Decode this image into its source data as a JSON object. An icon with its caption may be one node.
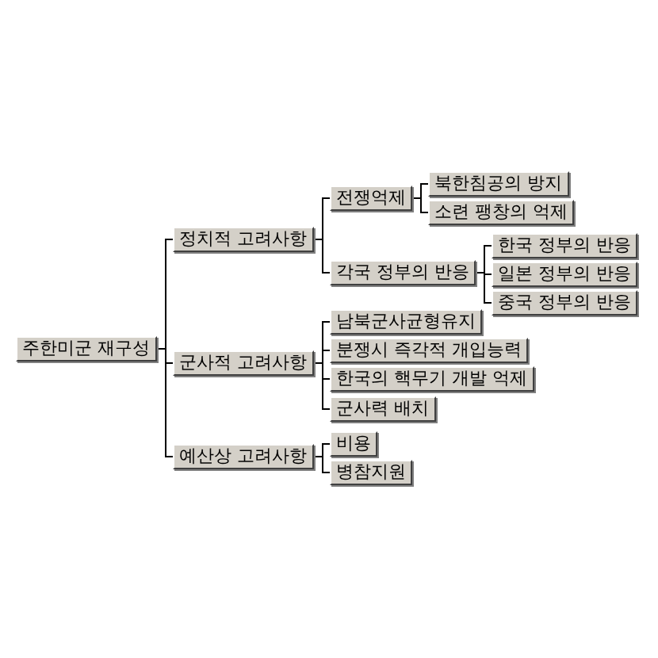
{
  "diagram": {
    "nodes": [
      {
        "text": [
          "주한미군 재구성"
        ]
      },
      {
        "text": [
          "정치적 고려사항"
        ]
      },
      {
        "text": [
          "전쟁억제"
        ]
      },
      {
        "text": [
          "북한침공의 방지"
        ]
      },
      {
        "text": [
          "소련 팽창의 억제"
        ]
      },
      {
        "text": [
          "각국 정부의 반응"
        ]
      },
      {
        "text": [
          "한국 정부의 반응"
        ]
      },
      {
        "text": [
          "일본 정부의 반응"
        ]
      },
      {
        "text": [
          "중국 정부의 반응"
        ]
      },
      {
        "text": [
          "군사적 고려사항"
        ]
      },
      {
        "text": [
          "남북군사균형유지"
        ]
      },
      {
        "text": [
          "분쟁시 즉각적 개입능력"
        ]
      },
      {
        "text": [
          "한국의 핵무기 개발 억제"
        ]
      },
      {
        "text": [
          "군사력 배치"
        ]
      },
      {
        "text": [
          "예산상 고려사항"
        ]
      },
      {
        "text": [
          "비용"
        ]
      },
      {
        "text": [
          "병참지원"
        ]
      }
    ],
    "edges": [
      {
        "from": 0,
        "to": 1,
        "arrow": "none"
      },
      {
        "from": 0,
        "to": 9,
        "arrow": "none"
      },
      {
        "from": 0,
        "to": 14,
        "arrow": "none"
      },
      {
        "from": 1,
        "to": 2,
        "arrow": "none"
      },
      {
        "from": 1,
        "to": 5,
        "arrow": "none"
      },
      {
        "from": 2,
        "to": 3,
        "arrow": "none"
      },
      {
        "from": 2,
        "to": 4,
        "arrow": "none"
      },
      {
        "from": 5,
        "to": 6,
        "arrow": "none"
      },
      {
        "from": 5,
        "to": 7,
        "arrow": "none"
      },
      {
        "from": 5,
        "to": 8,
        "arrow": "none"
      },
      {
        "from": 9,
        "to": 10,
        "arrow": "none"
      },
      {
        "from": 9,
        "to": 11,
        "arrow": "none"
      },
      {
        "from": 9,
        "to": 12,
        "arrow": "none"
      },
      {
        "from": 9,
        "to": 13,
        "arrow": "none"
      },
      {
        "from": 14,
        "to": 15,
        "arrow": "none"
      },
      {
        "from": 14,
        "to": 16,
        "arrow": "none"
      }
    ]
  }
}
